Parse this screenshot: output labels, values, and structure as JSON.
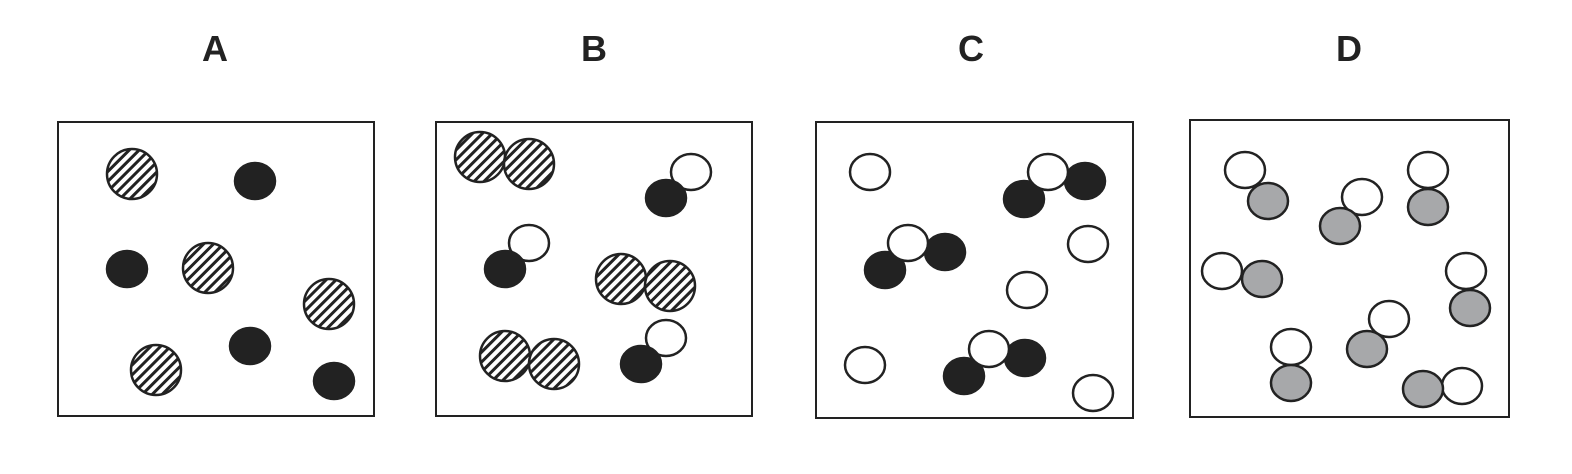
{
  "panels": [
    {
      "label": "A"
    },
    {
      "label": "B"
    },
    {
      "label": "C"
    },
    {
      "label": "D"
    }
  ],
  "colors": {
    "black": "#222222",
    "grey": "#a7a8aa",
    "white": "#ffffff",
    "stroke": "#222222"
  }
}
